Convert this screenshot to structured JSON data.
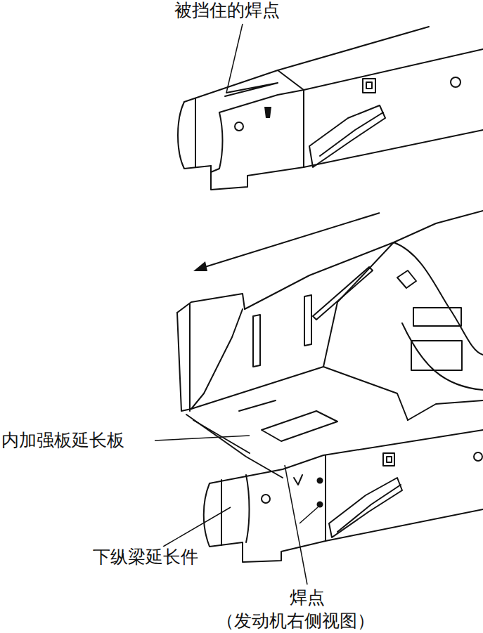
{
  "diagram": {
    "labels": [
      "被挡住的焊点",
      "内加强板延长板",
      "下纵梁延长件",
      "焊点",
      "（发动机右侧视图）"
    ]
  }
}
